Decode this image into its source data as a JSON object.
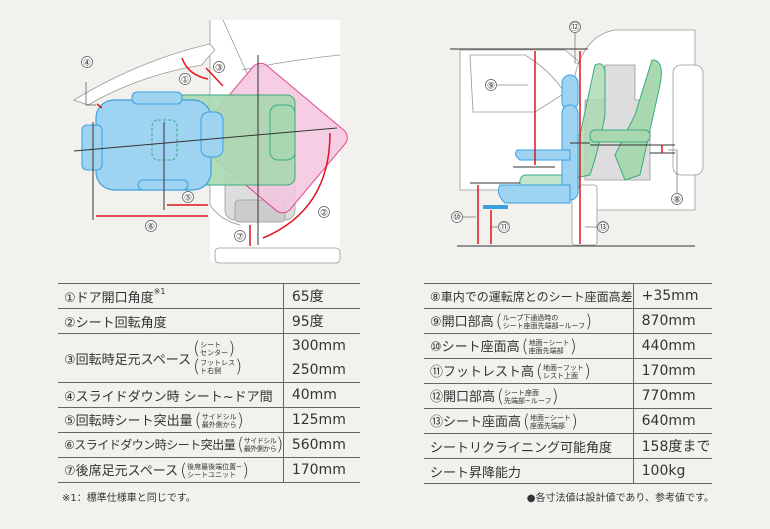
{
  "diagram_left": {
    "labels": [
      "①",
      "②",
      "③",
      "④",
      "⑤",
      "⑥",
      "⑦"
    ]
  },
  "diagram_right": {
    "labels": [
      "⑧",
      "⑨",
      "⑩",
      "⑪",
      "⑫",
      "⑬"
    ]
  },
  "left_table": {
    "rows": [
      {
        "label": "①ドア開口角度",
        "sup": "※1",
        "value": "65度"
      },
      {
        "label": "②シート回転角度",
        "value": "95度"
      },
      {
        "label": "③回転時足元スペース",
        "note1a": "シート",
        "note1b": "センター",
        "note2a": "フットレス",
        "note2b": "ト右側",
        "value1": "300mm",
        "value2": "250mm"
      },
      {
        "label": "④スライドダウン時 シート~ドア間",
        "value": "40mm"
      },
      {
        "label": "⑤回転時シート突出量",
        "note_a": "サイドシル",
        "note_b": "最外側から",
        "value": "125mm"
      },
      {
        "label": "⑥スライドダウン時シート突出量",
        "note_a": "サイドシル",
        "note_b": "最外側から",
        "value": "560mm"
      },
      {
        "label": "⑦後席足元スペース",
        "note_a": "後席最後端位置~",
        "note_b": "シートユニット",
        "value": "170mm"
      }
    ],
    "footnote": "※1：標準仕様車と同じです。"
  },
  "right_table": {
    "rows": [
      {
        "label": "⑧車内での運転席とのシート座面高差",
        "value": "+35mm"
      },
      {
        "label": "⑨開口部高",
        "note_a": "ループ下通過時の",
        "note_b": "シート座面先端部~ルーフ",
        "value": "870mm"
      },
      {
        "label": "⑩シート座面高",
        "note_a": "地面~シート",
        "note_b": "座面先端部",
        "value": "440mm"
      },
      {
        "label": "⑪フットレスト高",
        "note_a": "地面~フット",
        "note_b": "レスト上面",
        "value": "170mm"
      },
      {
        "label": "⑫開口部高",
        "note_a": "シート座面",
        "note_b": "先端部~ルーフ",
        "value": "770mm"
      },
      {
        "label": "⑬シート座面高",
        "note_a": "地面~シート",
        "note_b": "座面先端部",
        "value": "640mm"
      },
      {
        "label": "シートリクライニング可能角度",
        "value": "158度まで"
      },
      {
        "label": "シート昇降能力",
        "value": "100kg"
      }
    ],
    "footnote": "●各寸法値は設計値であり、参考値です。"
  },
  "colors": {
    "blue": "#9fd3f2",
    "green": "#a9d8b0",
    "pink": "#f5c6de",
    "red": "#e0141e",
    "background": "#f3f1ed"
  }
}
